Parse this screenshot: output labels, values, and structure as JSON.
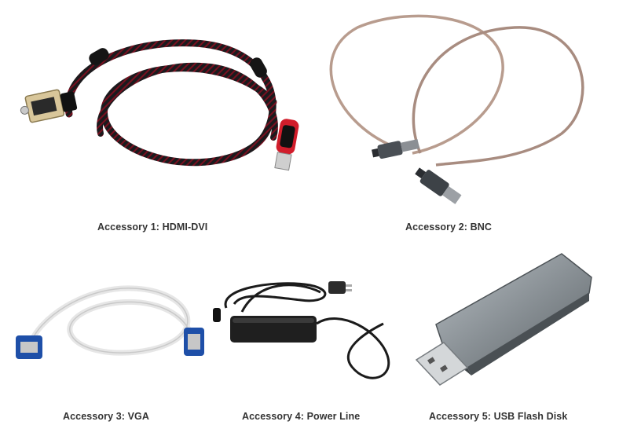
{
  "accessories": [
    {
      "caption": "Accessory 1:  HDMI-DVI",
      "icon": "hdmi-dvi-cable-icon"
    },
    {
      "caption": "Accessory 2:  BNC",
      "icon": "bnc-cable-icon"
    },
    {
      "caption": "Accessory 3:  VGA",
      "icon": "vga-cable-icon"
    },
    {
      "caption": "Accessory 4:  Power Line",
      "icon": "power-adapter-icon"
    },
    {
      "caption": "Accessory 5:  USB Flash Disk",
      "icon": "usb-flash-disk-icon"
    }
  ],
  "colors": {
    "cable_black": "#1c1a1d",
    "cable_red": "#8a1022",
    "hdmi_red": "#d11d2b",
    "bnc_wire": "#b89c8e",
    "vga_blue": "#1e4fa8",
    "vga_white": "#e6e6e6",
    "adapter_black": "#1f1f1f",
    "usb_silver": "#8a9196",
    "caption_text": "#333333"
  }
}
